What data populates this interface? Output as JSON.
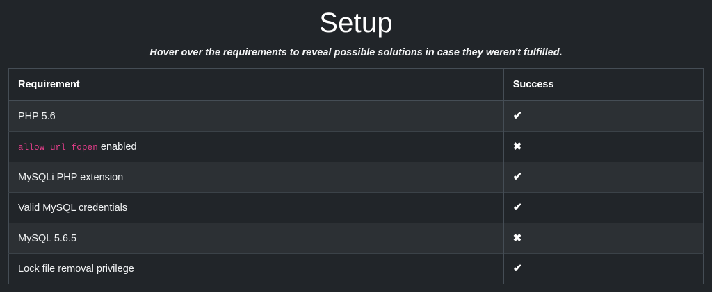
{
  "page": {
    "background_color": "#212529",
    "title": "Setup",
    "subtitle": "Hover over the requirements to reveal possible solutions in case they weren't fulfilled."
  },
  "colors": {
    "code_accent": "#e83e8c",
    "text": "#f8f9fa",
    "row_odd": "#2c3034",
    "row_even": "#212529",
    "border": "#454d55"
  },
  "table": {
    "columns": [
      {
        "key": "requirement",
        "label": "Requirement"
      },
      {
        "key": "success",
        "label": "Success"
      }
    ],
    "rows": [
      {
        "requirement": "PHP 5.6",
        "code": null,
        "suffix": null,
        "success": true,
        "success_glyph": "✔",
        "success_icon": "check-icon",
        "success_text": "passed"
      },
      {
        "requirement": "allow_url_fopen enabled",
        "code": "allow_url_fopen",
        "suffix": " enabled",
        "success": false,
        "success_glyph": "✖",
        "success_icon": "times-icon",
        "success_text": "failed"
      },
      {
        "requirement": "MySQLi PHP extension",
        "code": null,
        "suffix": null,
        "success": true,
        "success_glyph": "✔",
        "success_icon": "check-icon",
        "success_text": "passed"
      },
      {
        "requirement": "Valid MySQL credentials",
        "code": null,
        "suffix": null,
        "success": true,
        "success_glyph": "✔",
        "success_icon": "check-icon",
        "success_text": "passed"
      },
      {
        "requirement": "MySQL 5.6.5",
        "code": null,
        "suffix": null,
        "success": false,
        "success_glyph": "✖",
        "success_icon": "times-icon",
        "success_text": "failed"
      },
      {
        "requirement": "Lock file removal privilege",
        "code": null,
        "suffix": null,
        "success": true,
        "success_glyph": "✔",
        "success_icon": "check-icon",
        "success_text": "passed"
      }
    ]
  }
}
